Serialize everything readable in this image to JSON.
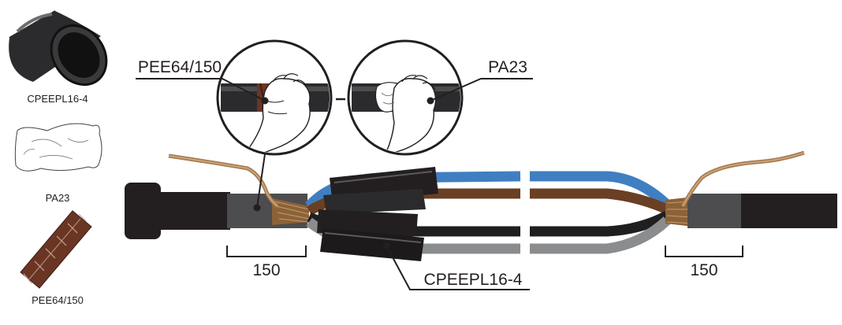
{
  "legend": {
    "tube_label": "CPEEPL16-4",
    "wipe_label": "PA23",
    "tape_label": "PEE64/150"
  },
  "callouts": {
    "tape": "PEE64/150",
    "wipe": "PA23",
    "sleeves": "CPEEPL16-4"
  },
  "dimensions": {
    "left": "150",
    "right": "150"
  },
  "colors": {
    "sheath": "#231f20",
    "sheath_light": "#4d4d4f",
    "sheath_gray": "#58595b",
    "copper": "#a67c52",
    "wire_blue": "#3f7fc1",
    "wire_brown": "#6a3f23",
    "wire_black": "#1f1f1f",
    "wire_gray": "#8a8c8e",
    "tape_brown": "#6b3524"
  }
}
